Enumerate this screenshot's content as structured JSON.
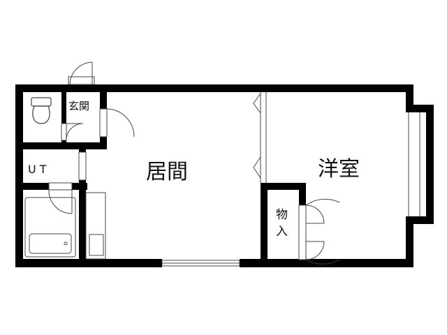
{
  "plan": {
    "rooms": {
      "living": "居間",
      "western": "洋室",
      "entrance": "玄関",
      "utility": "U T",
      "storage_top": "物",
      "storage_bottom": "入"
    },
    "colors": {
      "wall": "#000000",
      "line": "#444444",
      "background": "#ffffff"
    }
  }
}
